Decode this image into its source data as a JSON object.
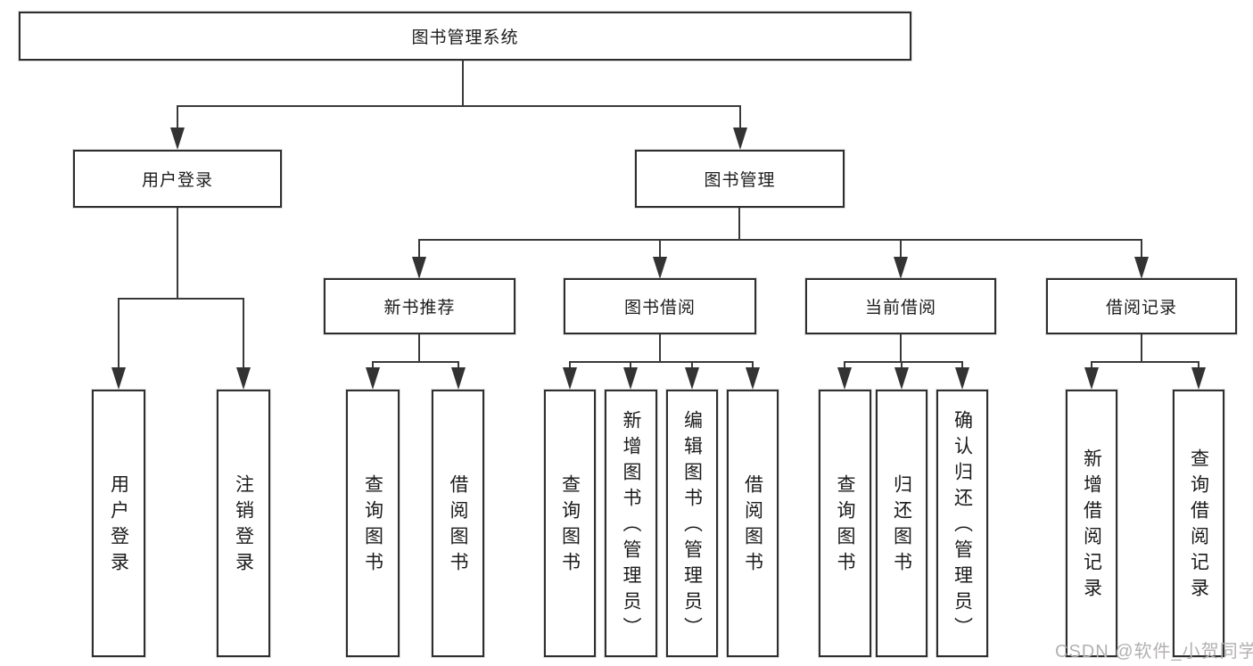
{
  "diagram": {
    "root": {
      "label": "图书管理系统"
    },
    "branches": [
      {
        "label": "用户登录",
        "children": [
          "用户登录",
          "注销登录"
        ]
      },
      {
        "label": "图书管理",
        "sections": [
          {
            "label": "新书推荐",
            "children": [
              "查询图书",
              "借阅图书"
            ]
          },
          {
            "label": "图书借阅",
            "children": [
              "查询图书",
              "新增图书（管理员）",
              "编辑图书（管理员）",
              "借阅图书"
            ]
          },
          {
            "label": "当前借阅",
            "children": [
              "查询图书",
              "归还图书",
              "确认归还（管理员）"
            ]
          },
          {
            "label": "借阅记录",
            "children": [
              "新增借阅记录",
              "查询借阅记录"
            ]
          }
        ]
      }
    ]
  },
  "watermark": {
    "text": "CSDN @软件_小贺同学"
  },
  "colors": {
    "line": "#3a3a3a",
    "border": "#2e2e2e",
    "text": "#1b1b1b",
    "watermark": "#b3b0b0",
    "background": "#ffffff"
  }
}
